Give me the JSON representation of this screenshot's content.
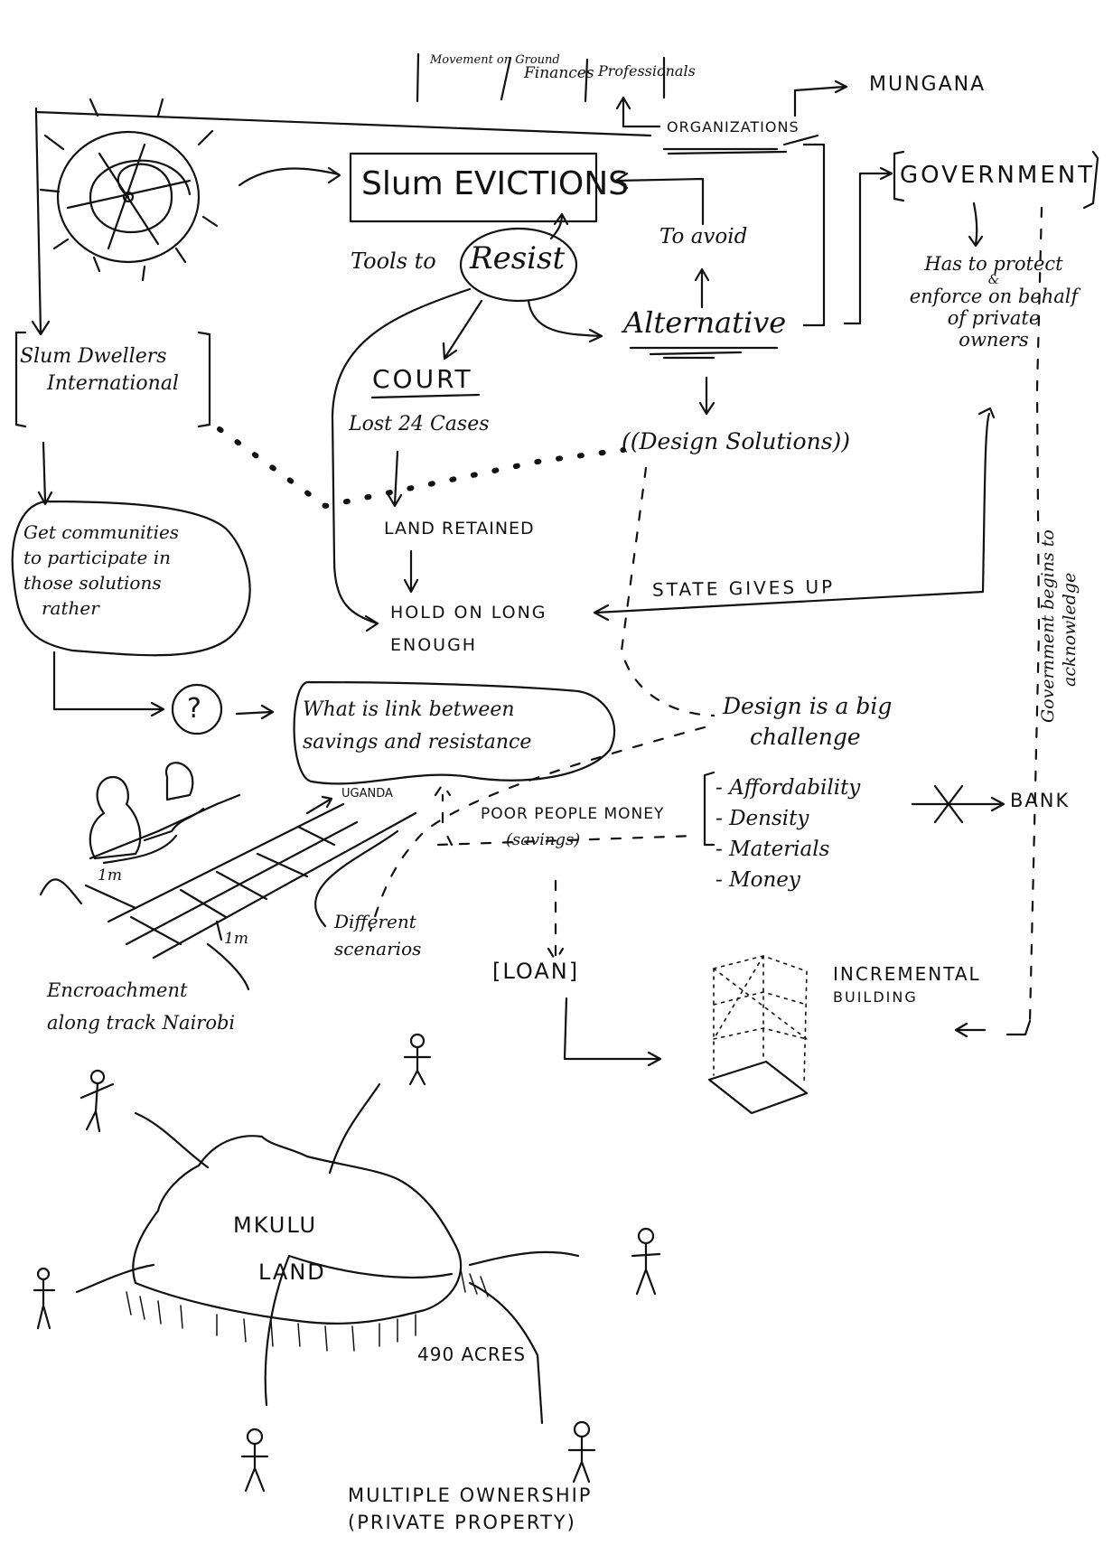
{
  "diagram": {
    "nodes": {
      "organizations": "ORGANIZATIONS",
      "org_categories": [
        "Movement on Ground",
        "Finances",
        "Professionals"
      ],
      "mungana": "MUNGANA",
      "slum_evictions": "Slum EVICTIONS",
      "tools_to": "Tools to",
      "resist": "Resist",
      "to_avoid": "To avoid",
      "alternative": "Alternative",
      "government": "GOVERNMENT",
      "gov_duty": [
        "Has to protect",
        "&",
        "enforce on behalf",
        "of private",
        "owners"
      ],
      "sdi": [
        "Slum Dwellers",
        "International"
      ],
      "court": "COURT",
      "lost_cases": "Lost 24 Cases",
      "design_solutions": "((Design Solutions))",
      "land_retained": "LAND RETAINED",
      "hold_on": [
        "HOLD ON LONG",
        "ENOUGH"
      ],
      "state_gives_up": "STATE GIVES UP",
      "gov_acknowledge": [
        "Government begins to",
        "acknowledge"
      ],
      "participate": [
        "Get communities",
        "to participate in",
        "those solutions",
        "rather"
      ],
      "question_mark": "?",
      "link_question": [
        "What is link between",
        "savings and resistance"
      ],
      "design_challenge": [
        "Design is a big",
        "challenge"
      ],
      "challenge_items": [
        "Affordability",
        "Density",
        "Materials",
        "Money"
      ],
      "bank": "BANK",
      "poor_people_money": "POOR PEOPLE MONEY",
      "savings": "(savings)",
      "uganda": "UGANDA",
      "one_meter_a": "1m",
      "one_meter_b": "1m",
      "different_scenarios": [
        "Different",
        "scenarios"
      ],
      "encroachment": [
        "Encroachment",
        "along track Nairobi"
      ],
      "loan": "[LOAN]",
      "incremental_building": [
        "INCREMENTAL",
        "BUILDING"
      ],
      "mkulu_land": [
        "MKULU",
        "LAND"
      ],
      "acres": "490 ACRES",
      "multiple_ownership": [
        "MULTIPLE OWNERSHIP",
        "(PRIVATE PROPERTY)"
      ]
    }
  }
}
